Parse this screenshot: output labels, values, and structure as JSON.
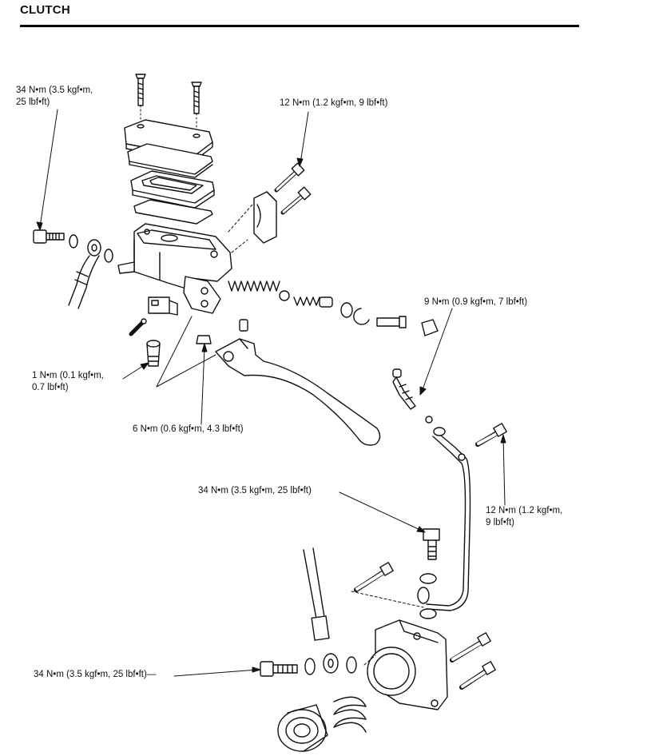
{
  "header": {
    "title": "CLUTCH"
  },
  "labels": {
    "bracket_bolt_torque": {
      "line1": "34 N•m (3.5 kgf•m,",
      "line2": "25 lbf•ft)"
    },
    "holder_bolt_torque": "12 N•m (1.2 kgf•m, 9 lbf•ft)",
    "bleed_valve_torque": "9 N•m (0.9 kgf•m, 7 lbf•ft)",
    "pivot_bolt_torque": {
      "line1": "1 N•m (0.1 kgf•m,",
      "line2": "0.7 lbf•ft)"
    },
    "pivot_nut_torque": "6 N•m (0.6 kgf•m, 4.3 lbf•ft)",
    "banjo_upper_torque": "34 N•m (3.5 kgf•m, 25 lbf•ft)",
    "pipe_bolt_torque": {
      "line1": "12 N•m (1.2 kgf•m,",
      "line2": "9 lbf•ft)"
    },
    "banjo_lower_torque": "34 N•m (3.5 kgf•m, 25 lbf•ft)—"
  }
}
